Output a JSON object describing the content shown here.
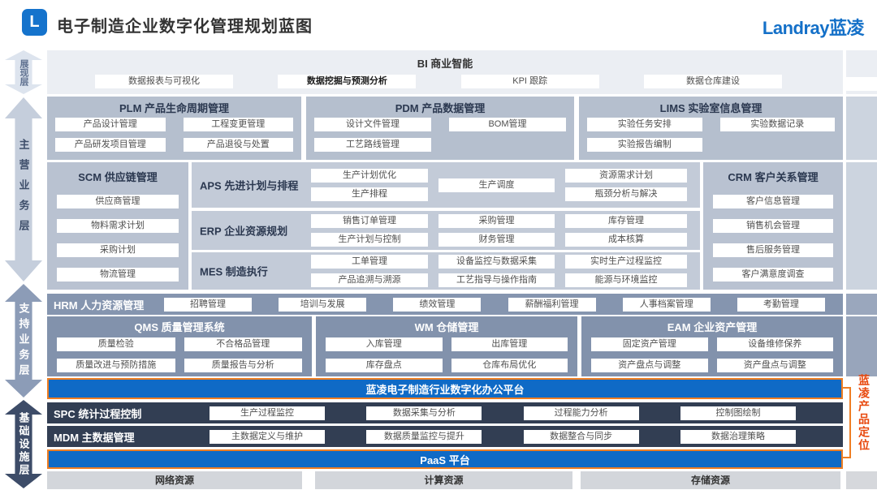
{
  "colors": {
    "accent_blue": "#0f6ac6",
    "orange": "#ee7e23",
    "navy": "#323e53",
    "panel_gray_blue": "#b5bfce",
    "slate_panel": "#8292ac",
    "annotation_red": "#e8490e"
  },
  "header": {
    "logo_letter": "L",
    "title": "电子制造企业数字化管理规划蓝图",
    "brand": "Landray蓝凌"
  },
  "layers": {
    "presentation": "展现层",
    "core": "主营业务层",
    "support": "支持业务层",
    "infra": "基础设施层"
  },
  "bi": {
    "title": "BI 商业智能",
    "items": [
      "数据报表与可视化",
      "数据挖掘与预测分析",
      "KPI 跟踪",
      "数据仓库建设"
    ]
  },
  "plm": {
    "title": "PLM 产品生命周期管理",
    "items": [
      "产品设计管理",
      "工程变更管理",
      "产品研发项目管理",
      "产品退役与处置"
    ]
  },
  "pdm": {
    "title": "PDM 产品数据管理",
    "items": [
      "设计文件管理",
      "BOM管理",
      "工艺路线管理"
    ]
  },
  "lims": {
    "title": "LIMS 实验室信息管理",
    "items": [
      "实验任务安排",
      "实验数据记录",
      "实验报告编制"
    ]
  },
  "scm": {
    "title": "SCM 供应链管理",
    "items": [
      "供应商管理",
      "物料需求计划",
      "采购计划",
      "物流管理"
    ]
  },
  "aps": {
    "title": "APS 先进计划与排程",
    "col1": [
      "生产计划优化",
      "生产排程"
    ],
    "col2": [
      "生产调度"
    ],
    "col3": [
      "资源需求计划",
      "瓶颈分析与解决"
    ]
  },
  "erp": {
    "title": "ERP 企业资源规划",
    "items": [
      "销售订单管理",
      "采购管理",
      "库存管理",
      "生产计划与控制",
      "财务管理",
      "成本核算"
    ]
  },
  "mes": {
    "title": "MES 制造执行",
    "items": [
      "工单管理",
      "设备监控与数据采集",
      "实时生产过程监控",
      "产品追溯与溯源",
      "工艺指导与操作指南",
      "能源与环境监控"
    ]
  },
  "crm": {
    "title": "CRM 客户关系管理",
    "items": [
      "客户信息管理",
      "销售机会管理",
      "售后服务管理",
      "客户满意度调查"
    ]
  },
  "hrm": {
    "title": "HRM 人力资源管理",
    "items": [
      "招聘管理",
      "培训与发展",
      "绩效管理",
      "薪酬福利管理",
      "人事档案管理",
      "考勤管理"
    ]
  },
  "qms": {
    "title": "QMS 质量管理系统",
    "items": [
      "质量检验",
      "不合格品管理",
      "质量改进与预防措施",
      "质量报告与分析"
    ]
  },
  "wm": {
    "title": "WM 仓储管理",
    "items": [
      "入库管理",
      "出库管理",
      "库存盘点",
      "仓库布局优化"
    ]
  },
  "eam": {
    "title": "EAM 企业资产管理",
    "items": [
      "固定资产管理",
      "设备维修保养",
      "资产盘点与调整",
      "资产盘点与调整"
    ]
  },
  "platform": {
    "title": "蓝凌电子制造行业数字化办公平台"
  },
  "spc": {
    "title": "SPC 统计过程控制",
    "items": [
      "生产过程监控",
      "数据采集与分析",
      "过程能力分析",
      "控制图绘制"
    ]
  },
  "mdm": {
    "title": "MDM 主数据管理",
    "items": [
      "主数据定义与维护",
      "数据质量监控与提升",
      "数据整合与同步",
      "数据治理策略"
    ]
  },
  "paas": {
    "title": "PaaS 平台"
  },
  "resources": {
    "items": [
      "网络资源",
      "计算资源",
      "存储资源"
    ]
  },
  "annotation": {
    "label": "蓝凌产品定位"
  }
}
